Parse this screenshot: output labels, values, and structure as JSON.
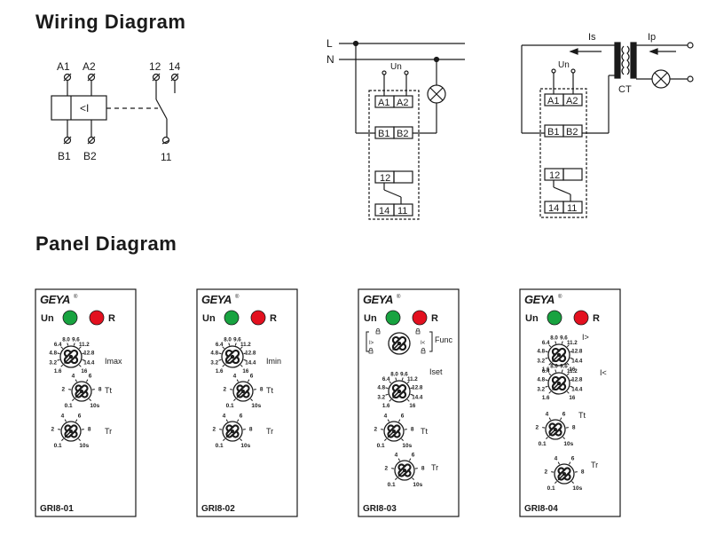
{
  "headings": {
    "wiring": "Wiring Diagram",
    "panel": "Panel Diagram"
  },
  "wiring": {
    "schematic": {
      "a1": "A1",
      "a2": "A2",
      "b1": "B1",
      "b2": "B2",
      "t12": "12",
      "t14": "14",
      "t11": "11",
      "symbol": "<I"
    },
    "direct": {
      "l": "L",
      "n": "N",
      "un": "Un",
      "a1": "A1",
      "a2": "A2",
      "b1": "B1",
      "b2": "B2",
      "t12": "12",
      "t14": "14",
      "t11": "11"
    },
    "ct": {
      "is": "Is",
      "ip": "Ip",
      "ct": "CT",
      "un": "Un",
      "a1": "A1",
      "a2": "A2",
      "b1": "B1",
      "b2": "B2",
      "t12": "12",
      "t14": "14",
      "t11": "11"
    }
  },
  "panels": [
    {
      "brand": "GEYA",
      "led_un": "Un",
      "led_r": "R",
      "model": "GRI8-01",
      "dials": [
        {
          "label": "Imax",
          "ticks": [
            "1.6",
            "3.2",
            "4.8",
            "6.4",
            "8.0",
            "9.6",
            "11.2",
            "12.8",
            "14.4",
            "16"
          ]
        },
        {
          "label": "Tt",
          "ticks": [
            "0.1",
            "2",
            "4",
            "6",
            "8",
            "10s"
          ]
        },
        {
          "label": "Tr",
          "ticks": [
            "0.1",
            "2",
            "4",
            "6",
            "8",
            "10s"
          ]
        }
      ]
    },
    {
      "brand": "GEYA",
      "led_un": "Un",
      "led_r": "R",
      "model": "GRI8-02",
      "dials": [
        {
          "label": "Imin",
          "ticks": [
            "1.6",
            "3.2",
            "4.8",
            "6.4",
            "8.0",
            "9.6",
            "11.2",
            "12.8",
            "14.4",
            "16"
          ]
        },
        {
          "label": "Tt",
          "ticks": [
            "0.1",
            "2",
            "4",
            "6",
            "8",
            "10s"
          ]
        },
        {
          "label": "Tr",
          "ticks": [
            "0.1",
            "2",
            "4",
            "6",
            "8",
            "10s"
          ]
        }
      ]
    },
    {
      "brand": "GEYA",
      "led_un": "Un",
      "led_r": "R",
      "model": "GRI8-03",
      "func": {
        "label": "Func",
        "left": "I>",
        "right": "I<"
      },
      "dials": [
        {
          "label": "Iset",
          "ticks": [
            "1.6",
            "3.2",
            "4.8",
            "6.4",
            "8.0",
            "9.6",
            "11.2",
            "12.8",
            "14.4",
            "16"
          ]
        },
        {
          "label": "Tt",
          "ticks": [
            "0.1",
            "2",
            "4",
            "6",
            "8",
            "10s"
          ]
        },
        {
          "label": "Tr",
          "ticks": [
            "0.1",
            "2",
            "4",
            "6",
            "8",
            "10s"
          ]
        }
      ]
    },
    {
      "brand": "GEYA",
      "led_un": "Un",
      "led_r": "R",
      "model": "GRI8-04",
      "dials": [
        {
          "label": "I>",
          "ticks": [
            "1.6",
            "3.2",
            "4.8",
            "6.4",
            "8.0",
            "9.6",
            "11.2",
            "12.8",
            "14.4",
            "16"
          ]
        },
        {
          "label": "I<",
          "ticks": [
            "1.6",
            "3.2",
            "4.8",
            "6.4",
            "8.0",
            "9.6",
            "11.2",
            "12.8",
            "14.4",
            "16"
          ]
        },
        {
          "label": "Tt",
          "ticks": [
            "0.1",
            "2",
            "4",
            "6",
            "8",
            "10s"
          ]
        },
        {
          "label": "Tr",
          "ticks": [
            "0.1",
            "2",
            "4",
            "6",
            "8",
            "10s"
          ]
        }
      ]
    }
  ],
  "colors": {
    "led_un": "#18a340",
    "led_r": "#e3101f",
    "line": "#1a1a1a"
  }
}
